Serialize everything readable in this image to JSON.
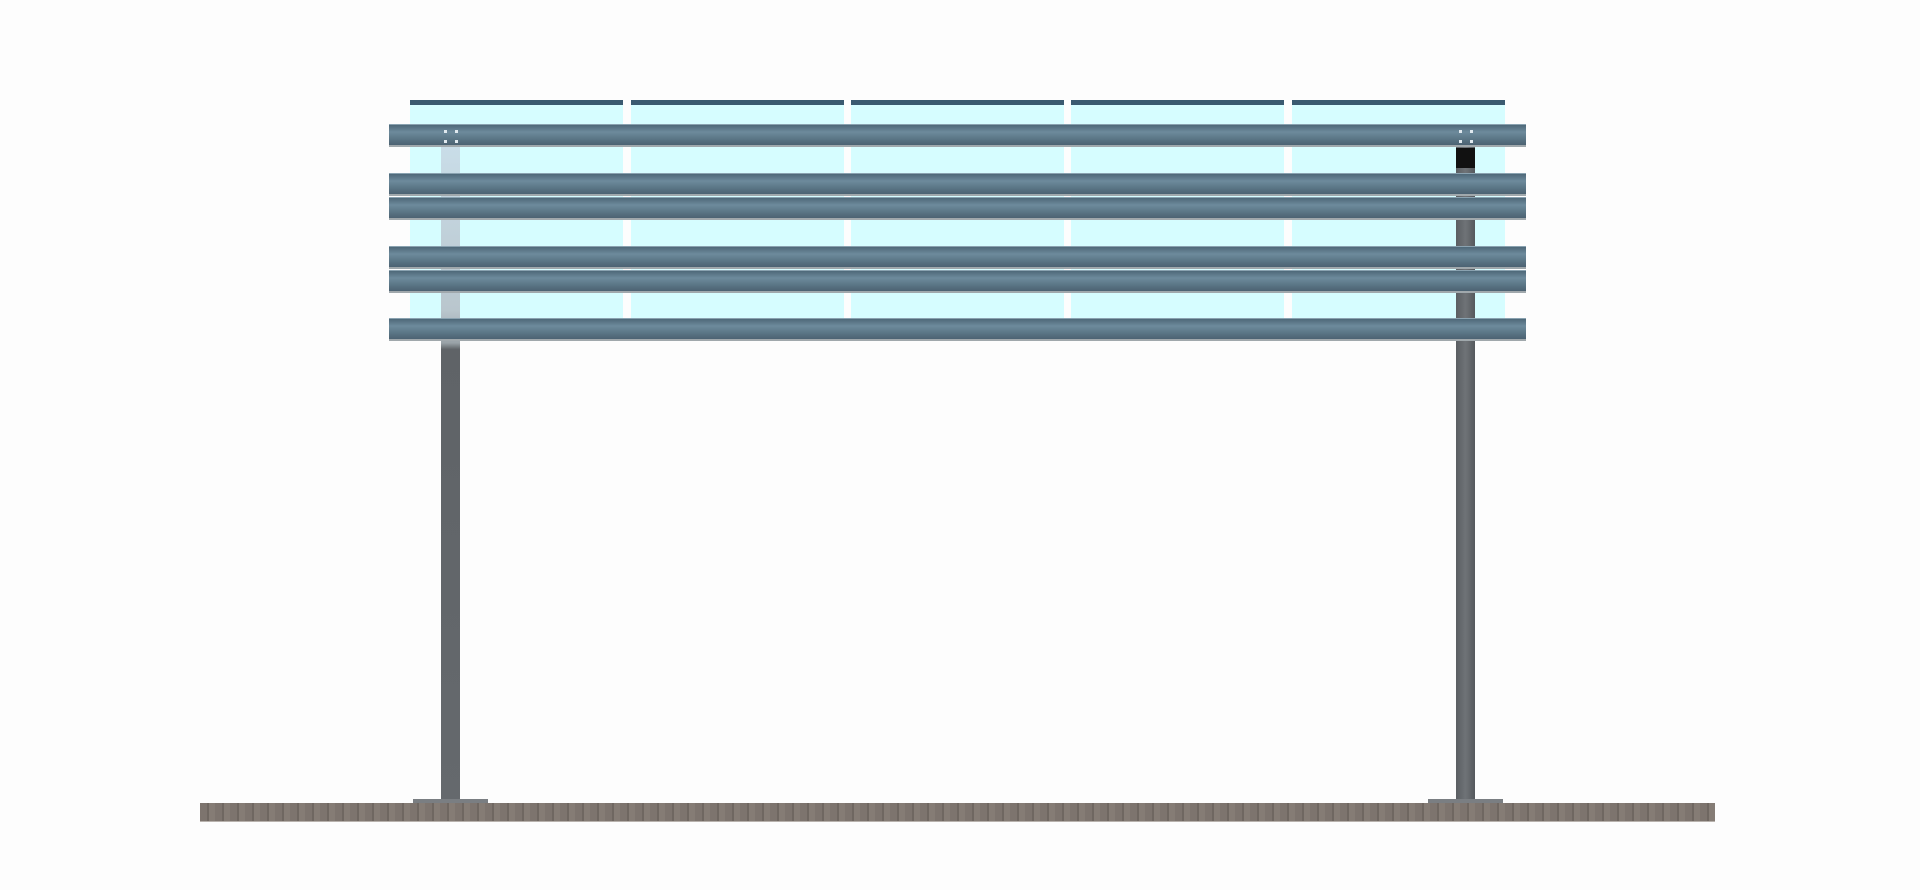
{
  "colors": {
    "glass": "#d6fdff",
    "glass_cap": "#3a5a70",
    "rail": "#5a7585",
    "post": "#65696d",
    "ground": "#7d746e",
    "background": "#fdfdfd"
  },
  "structure": {
    "glass_panels": 5,
    "rails": 6,
    "posts": 2
  }
}
